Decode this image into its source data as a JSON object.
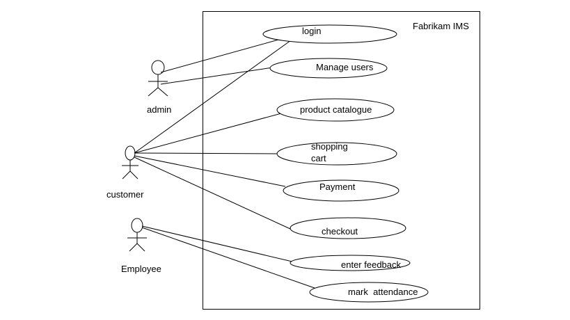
{
  "system": {
    "title": "Fabrikam IMS"
  },
  "actors": {
    "admin": {
      "label": "admin"
    },
    "customer": {
      "label": "customer"
    },
    "employee": {
      "label": "Employee"
    }
  },
  "use_cases": {
    "login": "login",
    "manage_users": "Manage users",
    "product_catalogue": "product catalogue",
    "shopping_cart_line1": "shopping",
    "shopping_cart_line2": "cart",
    "payment": "Payment",
    "checkout": "checkout",
    "enter_feedback": "enter feedback",
    "mark_attendance": "mark  attendance"
  }
}
